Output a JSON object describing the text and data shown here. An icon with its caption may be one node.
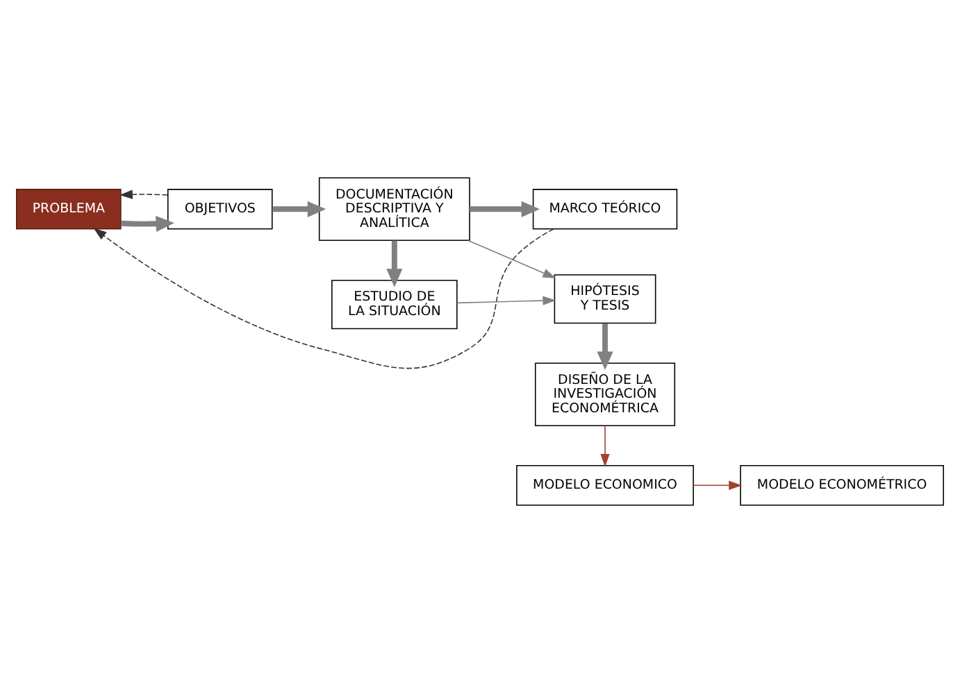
{
  "diagram": {
    "nodes": [
      {
        "text": [
          "PROBLEMA"
        ]
      },
      {
        "text": [
          "OBJETIVOS"
        ]
      },
      {
        "text": [
          "DOCUMENTACIÓN DESCRIPTIVA Y ANALÍTICA"
        ]
      },
      {
        "text": [
          "MARCO TEÓRICO"
        ]
      },
      {
        "text": [
          "HIPÓTESIS Y TESIS"
        ]
      },
      {
        "text": [
          "ESTUDIO DE LA SITUACIÓN"
        ]
      },
      {
        "text": [
          "DISEÑO DE LA INVESTIGACIÓN ECONOMÉTRICA"
        ]
      },
      {
        "text": [
          "MODELO ECONOMICO"
        ]
      },
      {
        "text": [
          "MODELO ECONOMÉTRICO"
        ]
      }
    ],
    "edges": [
      {
        "from": 0,
        "to": 1,
        "arrow": "to",
        "style": "thick"
      },
      {
        "from": 1,
        "to": 2,
        "arrow": "to",
        "style": "thick"
      },
      {
        "from": 2,
        "to": 3,
        "arrow": "to",
        "style": "thick"
      },
      {
        "from": 2,
        "to": 4,
        "arrow": "to"
      },
      {
        "from": 2,
        "to": 5,
        "arrow": "to",
        "style": "thick"
      },
      {
        "from": 5,
        "to": 4,
        "arrow": "to"
      },
      {
        "from": 4,
        "to": 6,
        "arrow": "to",
        "style": "thick"
      },
      {
        "from": 6,
        "to": 7,
        "arrow": "to",
        "color": "#a0422f"
      },
      {
        "from": 7,
        "to": 8,
        "arrow": "to",
        "color": "#a0422f"
      },
      {
        "from": 1,
        "to": 0,
        "arrow": "to",
        "style": "dashed",
        "color": "#333333"
      },
      {
        "from": 3,
        "to": 0,
        "arrow": "to",
        "style": "dashed",
        "color": "#333333"
      }
    ]
  }
}
